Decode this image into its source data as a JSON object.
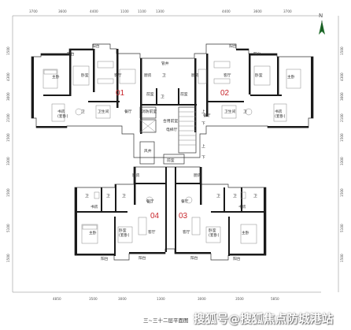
{
  "plan": {
    "caption": "三~三十二层平面图",
    "north": "N",
    "watermark": "搜狐号@搜狐焦点防城港站",
    "dims_top": [
      "3700",
      "3600",
      "4400",
      "1100",
      "1100",
      "1300",
      "4400",
      "3600",
      "3700"
    ],
    "dims_bottom": [
      "4850",
      "3500",
      "3000",
      "1300",
      "3000",
      "3500",
      "5850"
    ],
    "dims_left": [
      "1500",
      "4300",
      "3000",
      "2100",
      "1500",
      "3300",
      "1500",
      "5100",
      "1500"
    ],
    "dims_right": [
      "1500",
      "4300",
      "3000",
      "2100",
      "1500",
      "3300",
      "1500",
      "5100",
      "1500"
    ],
    "units": [
      "01",
      "02",
      "03",
      "04"
    ],
    "rooms": {
      "balcony": "阳台",
      "master": "主卧",
      "bedroom": "卧室",
      "living": "客厅",
      "dining": "餐厅",
      "kitchen": "厨房",
      "wc": "卫",
      "study": "书房",
      "suite": "(套卧)",
      "bath": "卫生间",
      "hall": "前室",
      "fire_hall": "消防前室",
      "elevator_hall": "电梯厅",
      "up": "上",
      "down": "下",
      "shaft": "风井",
      "pipe": "管井",
      "fireroom": "合用前室"
    }
  }
}
